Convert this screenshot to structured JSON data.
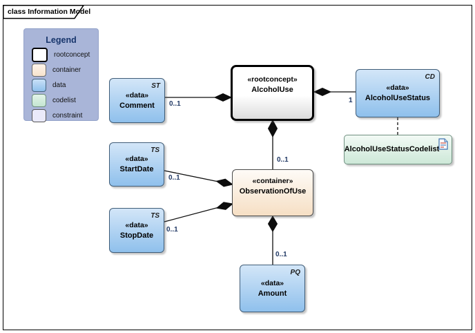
{
  "frame": {
    "title": "class Information Model"
  },
  "legend": {
    "title": "Legend",
    "items": [
      {
        "key": "rootconcept",
        "label": "rootconcept",
        "color": "#ffffff"
      },
      {
        "key": "container",
        "label": "container",
        "color": "#f7e3cd"
      },
      {
        "key": "data",
        "label": "data",
        "color": "#8fc0ec"
      },
      {
        "key": "codelist",
        "label": "codelist",
        "color": "#c4e5d1"
      },
      {
        "key": "constraint",
        "label": "constraint",
        "color": "#eaeafa"
      }
    ]
  },
  "nodes": {
    "alcoholUse": {
      "stereotype": "«rootconcept»",
      "name": "AlcoholUse"
    },
    "comment": {
      "stereotype": "«data»",
      "name": "Comment",
      "type": "ST"
    },
    "startDate": {
      "stereotype": "«data»",
      "name": "StartDate",
      "type": "TS"
    },
    "stopDate": {
      "stereotype": "«data»",
      "name": "StopDate",
      "type": "TS"
    },
    "observationOfUse": {
      "stereotype": "«container»",
      "name": "ObservationOfUse"
    },
    "amount": {
      "stereotype": "«data»",
      "name": "Amount",
      "type": "PQ"
    },
    "alcoholUseStatus": {
      "stereotype": "«data»",
      "name": "AlcoholUseStatus",
      "type": "CD"
    },
    "codelist": {
      "name": "AlcoholUseStatusCodelist"
    }
  },
  "connectors": {
    "comment_alcoholUse": {
      "multiplicity": "0..1",
      "kind": "composition"
    },
    "startDate_observation": {
      "multiplicity": "0..1",
      "kind": "composition"
    },
    "stopDate_observation": {
      "multiplicity": "0..1",
      "kind": "composition"
    },
    "alcoholUse_observation": {
      "multiplicity": "0..1",
      "kind": "composition"
    },
    "observation_amount": {
      "multiplicity": "0..1",
      "kind": "composition"
    },
    "alcoholUse_status": {
      "multiplicity": "1",
      "kind": "composition"
    },
    "status_codelist": {
      "kind": "dependency-dashed"
    }
  },
  "colors": {
    "legend_bg": "#a9b5d8",
    "data_fill_top": "#d3e6f8",
    "data_fill_bottom": "#8fc0ec",
    "data_border": "#3f5c77",
    "container_fill_bottom": "#f6dfc4",
    "codelist_fill_bottom": "#cde8d8",
    "root_border": "#000000",
    "line": "#000000",
    "multiplicity_text": "#203864"
  }
}
